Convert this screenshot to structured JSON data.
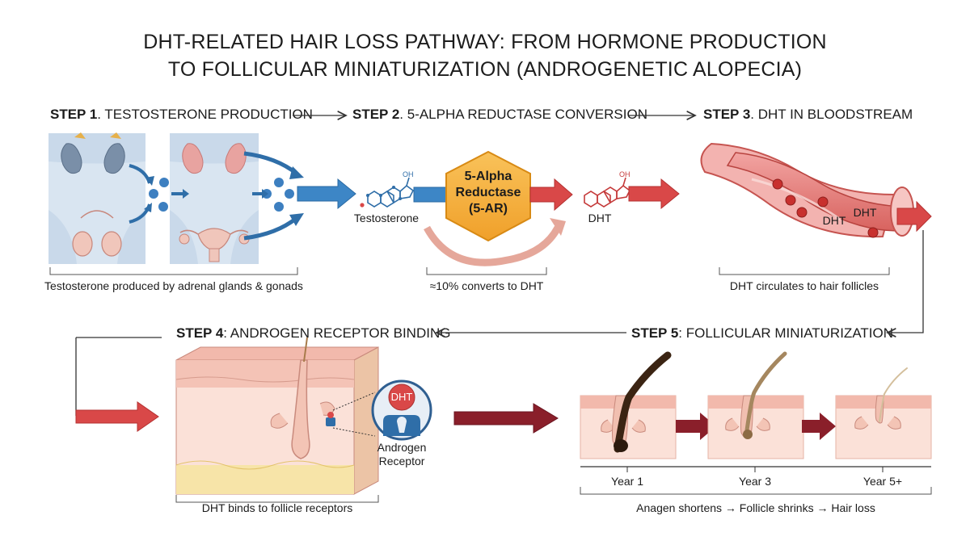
{
  "title": {
    "line1": "DHT-RELATED HAIR LOSS PATHWAY: FROM HORMONE PRODUCTION",
    "line2": "TO FOLLICULAR MINIATURIZATION (ANDROGENETIC ALOPECIA)"
  },
  "steps": [
    {
      "num": "STEP 1",
      "text": ". TESTOSTERONE PRODUCTION"
    },
    {
      "num": "STEP 2",
      "text": ". 5-ALPHA REDUCTASE CONVERSION"
    },
    {
      "num": "STEP 3",
      "text": ". DHT IN BLOODSTREAM"
    },
    {
      "num": "STEP 4",
      "text": ": ANDROGEN RECEPTOR BINDING"
    },
    {
      "num": "STEP 5",
      "text": ": FOLLICULAR MINIATURIZATION"
    }
  ],
  "captions": {
    "step1": "Testosterone produced by adrenal glands & gonads",
    "step2": "≈10% converts to DHT",
    "step3": "DHT circulates to hair follicles",
    "step4": "DHT binds to follicle receptors",
    "step5": "Anagen shortens → Follicle shrinks → Hair loss"
  },
  "labels": {
    "testosterone": "Testosterone",
    "dht_product": "DHT",
    "oh": "OH",
    "enzyme_line1": "5-Alpha",
    "enzyme_line2": "Reductase",
    "enzyme_line3": "(5-AR)",
    "vessel_dht_1": "DHT",
    "vessel_dht_2": "DHT",
    "receptor_dht": "DHT",
    "receptor_line1": "Androgen",
    "receptor_line2": "Receptor"
  },
  "timeline": [
    "Year 1",
    "Year 3",
    "Year 5+"
  ],
  "colors": {
    "blue_arrow": "#3d86c6",
    "red_arrow": "#d94848",
    "dark_red_arrow": "#8a1f2a",
    "enzyme": "#f5a623",
    "skin": "#f4c9c0"
  }
}
